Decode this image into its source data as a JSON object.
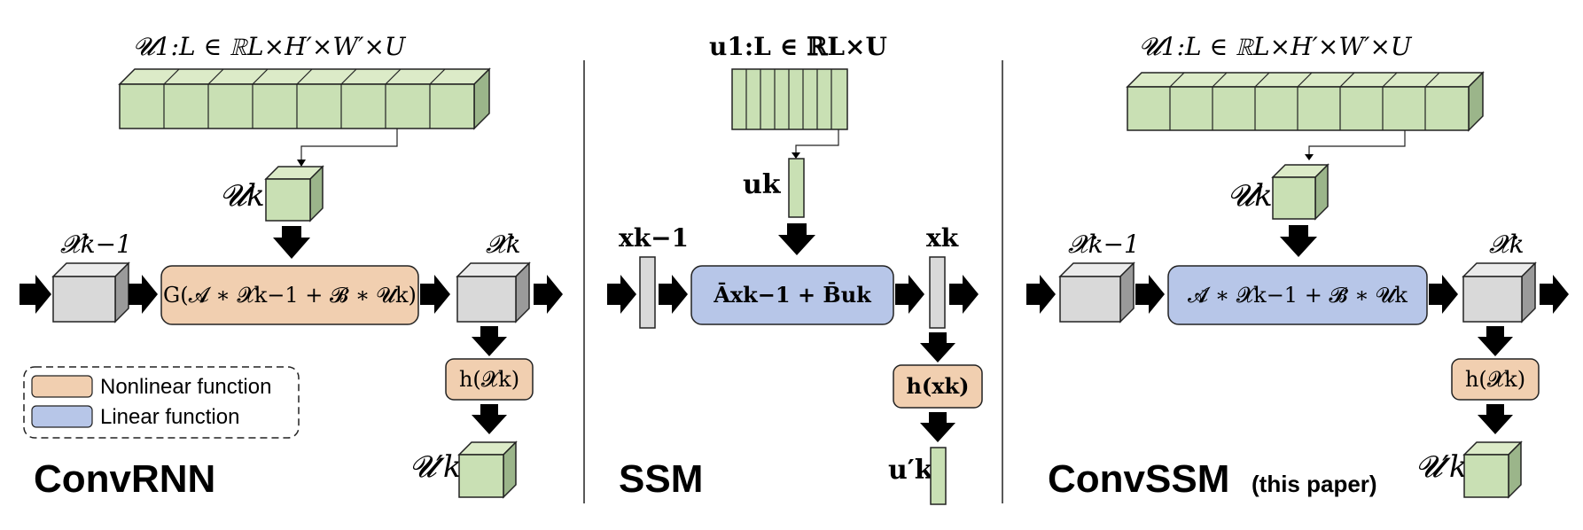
{
  "panels": {
    "convrnn": {
      "title": "ConvRNN",
      "input_seq_label": "𝓤1:L ∈ ℝL×H′×W′×U",
      "input_k_label": "𝓤k",
      "prev_state_label": "𝓧k−1",
      "state_label": "𝓧k",
      "update_function": "G(𝓐 ∗ 𝓧k−1 + 𝓑 ∗ 𝓤k)",
      "readout_function": "h(𝓧k)",
      "output_label": "𝓤′k"
    },
    "ssm": {
      "title": "SSM",
      "input_seq_label": "u1:L ∈ ℝL×U",
      "input_k_label": "uk",
      "prev_state_label": "xk−1",
      "state_label": "xk",
      "update_function": "Āxk−1 + B̄uk",
      "readout_function": "h(xk)",
      "output_label": "u′k"
    },
    "convssm": {
      "title": "ConvSSM",
      "title_note": "(this paper)",
      "input_seq_label": "𝓤1:L ∈ ℝL×H′×W′×U",
      "input_k_label": "𝓤k",
      "prev_state_label": "𝓧k−1",
      "state_label": "𝓧k",
      "update_function": "𝓐̄ ∗ 𝓧k−1 + 𝓑̄ ∗ 𝓤k",
      "readout_function": "h(𝓧k)",
      "output_label": "𝓤′k"
    }
  },
  "legend": {
    "items": [
      {
        "label": "Nonlinear function",
        "color": "#f1cfb0"
      },
      {
        "label": "Linear function",
        "color": "#b7c6e8"
      }
    ]
  },
  "colors": {
    "nonlinear": "#f1cfb0",
    "linear": "#b7c6e8",
    "tensor_green": "#c9e0b4",
    "state_gray": "#d9d9d9"
  }
}
